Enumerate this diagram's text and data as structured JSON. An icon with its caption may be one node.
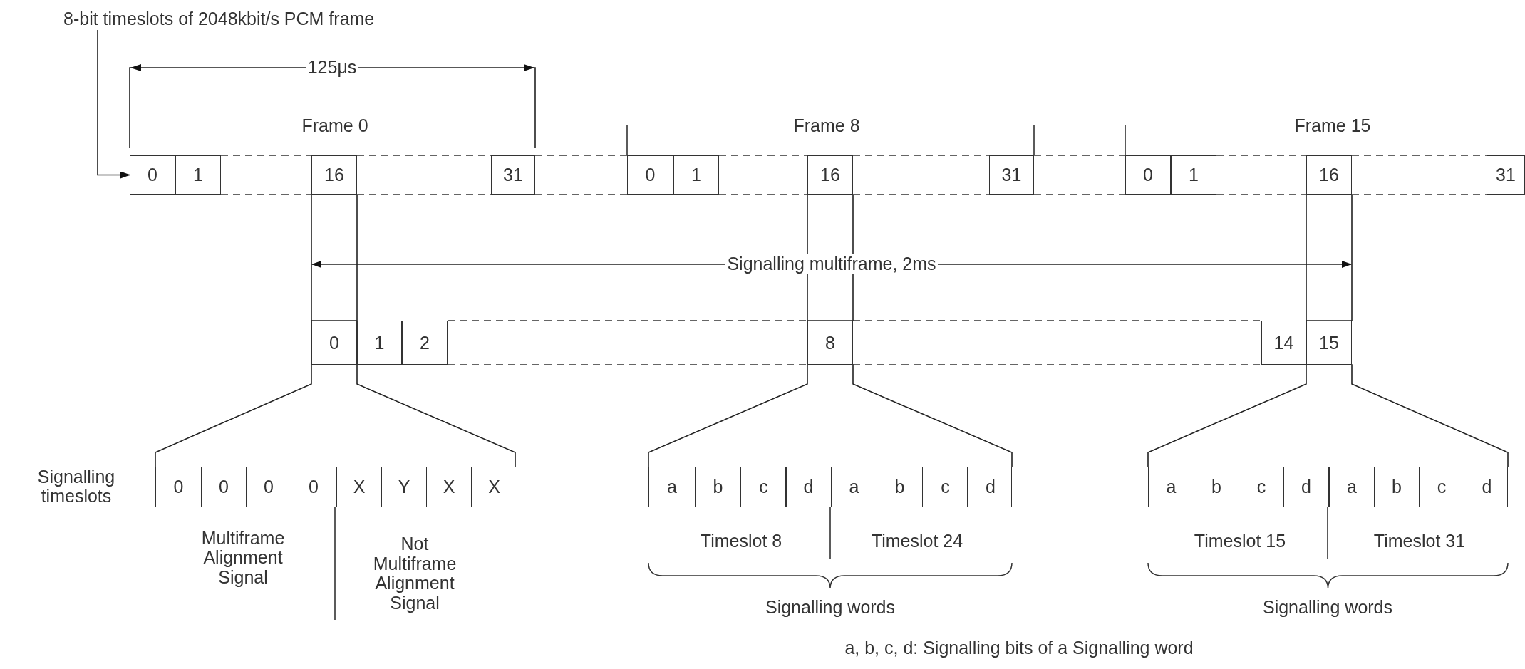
{
  "diagram": {
    "nodes": [
      {
        "text": [
          "8-bit timeslots of 2048kbit/s PCM frame"
        ]
      },
      {
        "text": [
          "0"
        ]
      },
      {
        "text": [
          "1"
        ]
      },
      {
        "text": [
          "16"
        ]
      },
      {
        "text": [
          "31"
        ]
      },
      {
        "text": [
          "0"
        ]
      },
      {
        "text": [
          "1"
        ]
      },
      {
        "text": [
          "16"
        ]
      },
      {
        "text": [
          "31"
        ]
      },
      {
        "text": [
          "0"
        ]
      },
      {
        "text": [
          "1"
        ]
      },
      {
        "text": [
          "16"
        ]
      },
      {
        "text": [
          "31"
        ]
      },
      {
        "text": [
          "0"
        ]
      },
      {
        "text": [
          "1"
        ]
      },
      {
        "text": [
          "2"
        ]
      },
      {
        "text": [
          "8"
        ]
      },
      {
        "text": [
          "14"
        ]
      },
      {
        "text": [
          "15"
        ]
      },
      {
        "text": [],
        "shape": "box"
      },
      {
        "text": [
          "0"
        ],
        "in": 19
      },
      {
        "text": [
          "0"
        ],
        "in": 19
      },
      {
        "text": [
          "0"
        ],
        "in": 19
      },
      {
        "text": [
          "0"
        ],
        "in": 19
      },
      {
        "text": [
          "X"
        ],
        "in": 19
      },
      {
        "text": [
          "Y"
        ],
        "in": 19
      },
      {
        "text": [
          "X"
        ],
        "in": 19
      },
      {
        "text": [
          "X"
        ],
        "in": 19
      },
      {
        "text": [],
        "shape": "box"
      },
      {
        "text": [
          "a"
        ],
        "in": 28
      },
      {
        "text": [
          "b"
        ],
        "in": 28
      },
      {
        "text": [
          "c"
        ],
        "in": 28
      },
      {
        "text": [
          "d"
        ],
        "in": 28
      },
      {
        "text": [
          "a"
        ],
        "in": 28
      },
      {
        "text": [
          "b"
        ],
        "in": 28
      },
      {
        "text": [
          "c"
        ],
        "in": 28
      },
      {
        "text": [
          "d"
        ],
        "in": 28
      },
      {
        "text": [],
        "shape": "box"
      },
      {
        "text": [
          "a"
        ],
        "in": 37
      },
      {
        "text": [
          "b"
        ],
        "in": 37
      },
      {
        "text": [
          "c"
        ],
        "in": 37
      },
      {
        "text": [
          "d"
        ],
        "in": 37
      },
      {
        "text": [
          "a"
        ],
        "in": 37
      },
      {
        "text": [
          "b"
        ],
        "in": 37
      },
      {
        "text": [
          "c"
        ],
        "in": 37
      },
      {
        "text": [
          "d"
        ],
        "in": 37
      }
    ],
    "edges": [
      {
        "from": 0,
        "to": 1,
        "arrow": "to"
      },
      {
        "from": 3,
        "to": 13,
        "arrow": "none"
      },
      {
        "from": 7,
        "to": 16,
        "arrow": "none"
      },
      {
        "from": 11,
        "to": 18,
        "arrow": "none"
      },
      {
        "from": 13,
        "to": 19,
        "arrow": "none"
      },
      {
        "from": 16,
        "to": 28,
        "arrow": "none"
      },
      {
        "from": 18,
        "to": 37,
        "arrow": "none"
      }
    ],
    "labels": [
      "125μs",
      "Frame 0",
      "Frame 8",
      "Frame 15",
      "Signalling multiframe, 2ms",
      "Signalling timeslots",
      "Multiframe Alignment Signal",
      "Not Multiframe Alignment Signal",
      "Timeslot 8",
      "Timeslot 24",
      "Timeslot 15",
      "Timeslot 31",
      "Signalling words",
      "Signalling words",
      "a, b, c, d: Signalling bits of a Signalling word"
    ]
  }
}
